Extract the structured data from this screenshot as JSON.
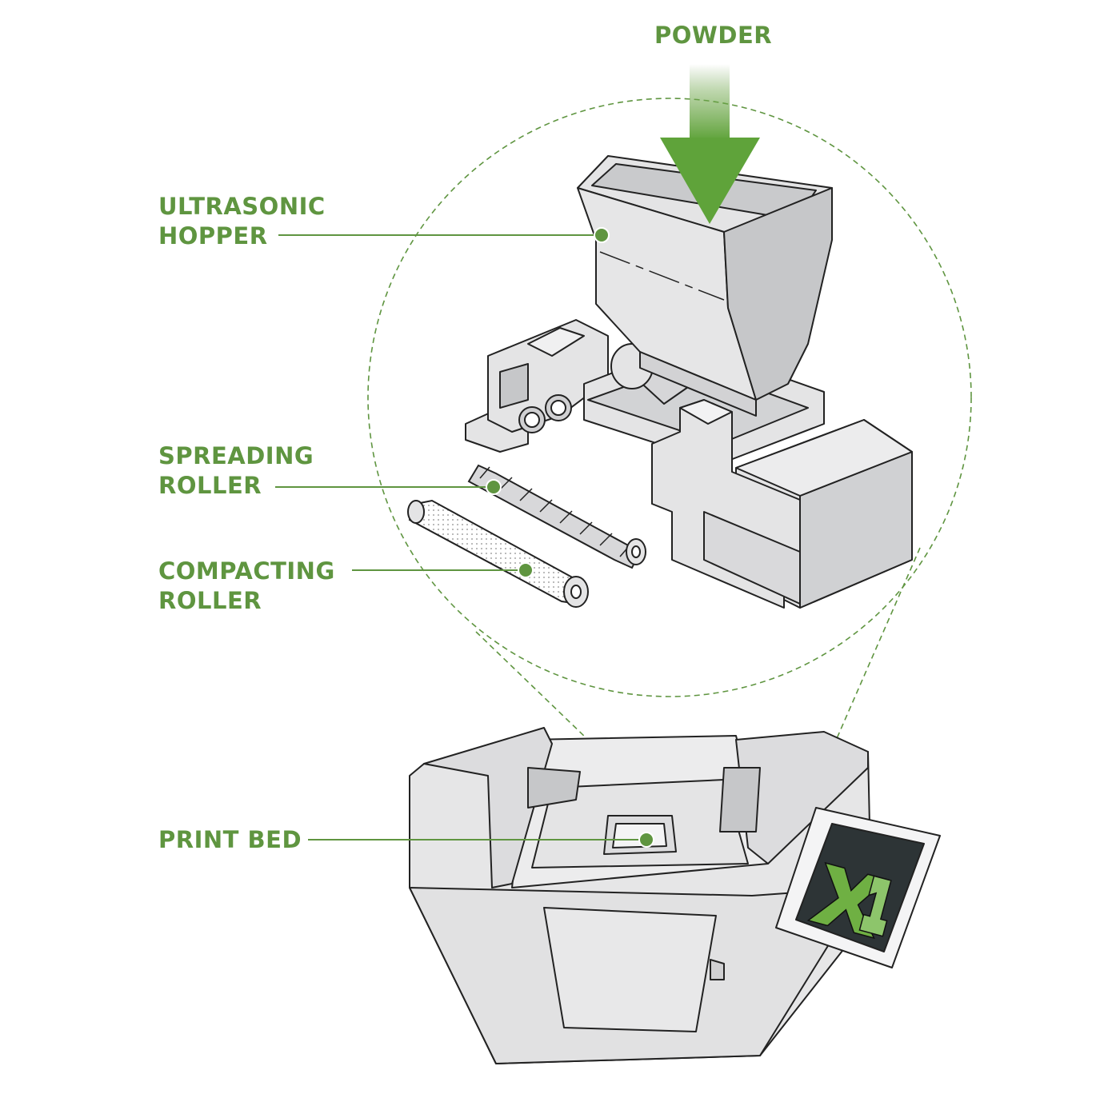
{
  "labels": {
    "powder": "POWDER",
    "hopper": [
      "ULTRASONIC",
      "HOPPER"
    ],
    "spreading": [
      "SPREADING",
      "ROLLER"
    ],
    "compacting": [
      "COMPACTING",
      "ROLLER"
    ],
    "print_bed": "PRINT BED"
  },
  "colors": {
    "accent": "#5f9540",
    "machine_fill": "#e4e4e5",
    "machine_shade": "#c6c7c9",
    "outline": "#222222",
    "screen": "#2d3436"
  },
  "icons": {
    "flow_arrow": "down-arrow-icon",
    "logo": "x1-logo-icon"
  }
}
